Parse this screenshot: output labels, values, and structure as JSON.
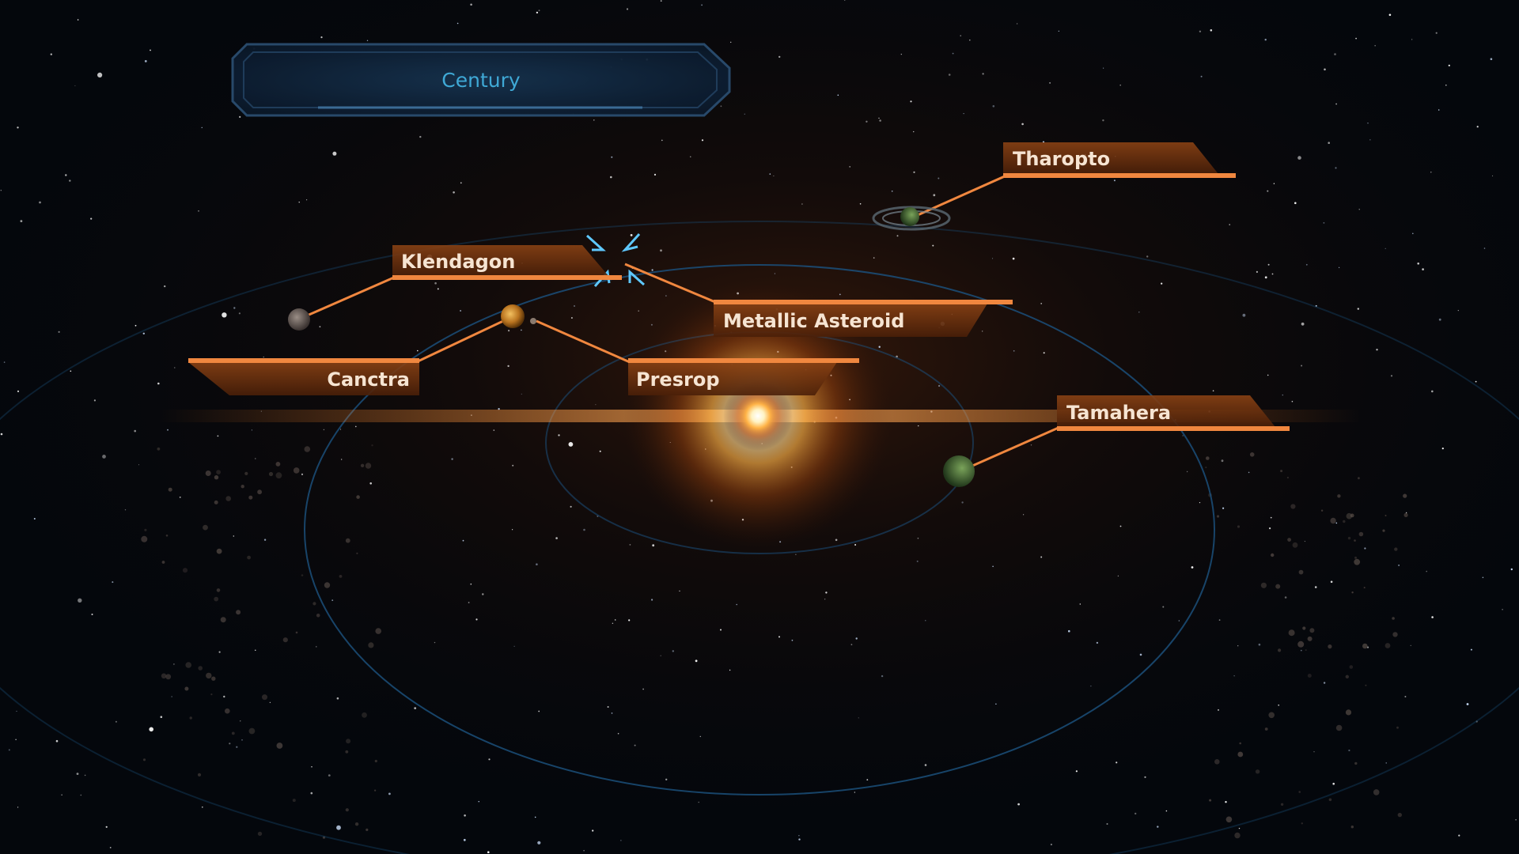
{
  "system": {
    "name": "Century"
  },
  "planets": [
    {
      "id": "klendagon",
      "name": "Klendagon",
      "icon": "gray-planet"
    },
    {
      "id": "canctra",
      "name": "Canctra",
      "icon": "gas-giant-planet"
    },
    {
      "id": "presrop",
      "name": "Presrop",
      "icon": "small-moon"
    },
    {
      "id": "metallic-asteroid",
      "name": "Metallic Asteroid",
      "icon": "asteroid-marker"
    },
    {
      "id": "tharopto",
      "name": "Tharopto",
      "icon": "ringed-planet"
    },
    {
      "id": "tamahera",
      "name": "Tamahera",
      "icon": "green-planet"
    }
  ],
  "colors": {
    "label_fill": "#7a3a12",
    "label_edge": "#f0873f",
    "label_text": "#f6e4d2",
    "title_text": "#3fa9d6",
    "orbit": "#1b4f7a",
    "star_core": "#ffffff",
    "star_glow": "#ff8a2a",
    "marker": "#5fc8ff"
  }
}
